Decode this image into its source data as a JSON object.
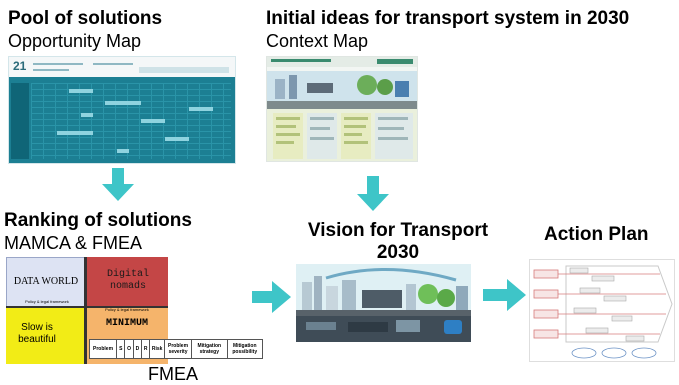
{
  "sections": {
    "pool": {
      "title": "Pool of solutions",
      "subtitle": "Opportunity Map"
    },
    "initial": {
      "title": "Initial ideas for transport system in 2030",
      "subtitle": "Context Map"
    },
    "ranking": {
      "title": "Ranking of solutions",
      "subtitle": "MAMCA & FMEA"
    },
    "vision": {
      "title_line1": "Vision for Transport",
      "title_line2": "2030"
    },
    "action": {
      "title": "Action Plan"
    }
  },
  "opportunity_map": {
    "number": "21"
  },
  "mamca": {
    "quadrants": {
      "top_left": "DATA WORLD",
      "top_right": "Digital nomads",
      "bottom_left": "Slow is beautiful",
      "bottom_right": "MINIMUM"
    },
    "axis_label": "Policy & legal framework"
  },
  "fmea": {
    "label": "FMEA",
    "columns": [
      "Problem",
      "S",
      "O",
      "D",
      "R",
      "Risk",
      "Problem severity",
      "Mitigation strategy",
      "Mitigation possibility"
    ]
  },
  "colors": {
    "arrow": "#3ec5c8",
    "opportunity_map": "#1c7f93",
    "digital_nomads": "#c44646",
    "slow_is_beautiful": "#f2ec16",
    "minimum": "#f5b46b",
    "data_world": "#dde3f3"
  }
}
